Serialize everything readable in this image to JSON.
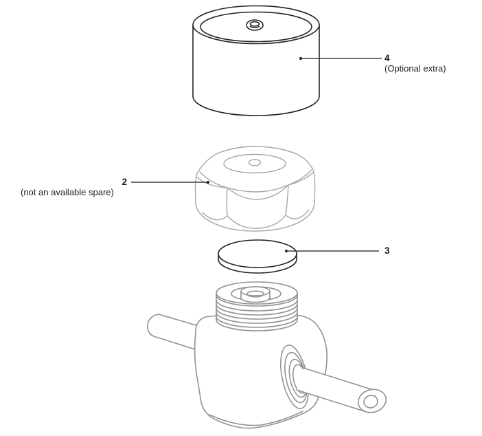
{
  "page": {
    "background": "#ffffff"
  },
  "callouts": {
    "c4": {
      "number": "4",
      "note": "(Optional extra)"
    },
    "c2": {
      "number": "2",
      "note": "(not an available spare)"
    },
    "c3": {
      "number": "3",
      "note": ""
    }
  },
  "parts": {
    "cap": "cylindrical-cap",
    "nut": "hex-union-nut",
    "disc": "seal-disc",
    "valve": "valve-body"
  },
  "colors": {
    "dark_line": "#242424",
    "nut_line": "#a3a6ab",
    "valve_line": "#8f9297",
    "leader_line": "#3d3d3d",
    "text": "#1c1c1c",
    "background": "#ffffff"
  }
}
